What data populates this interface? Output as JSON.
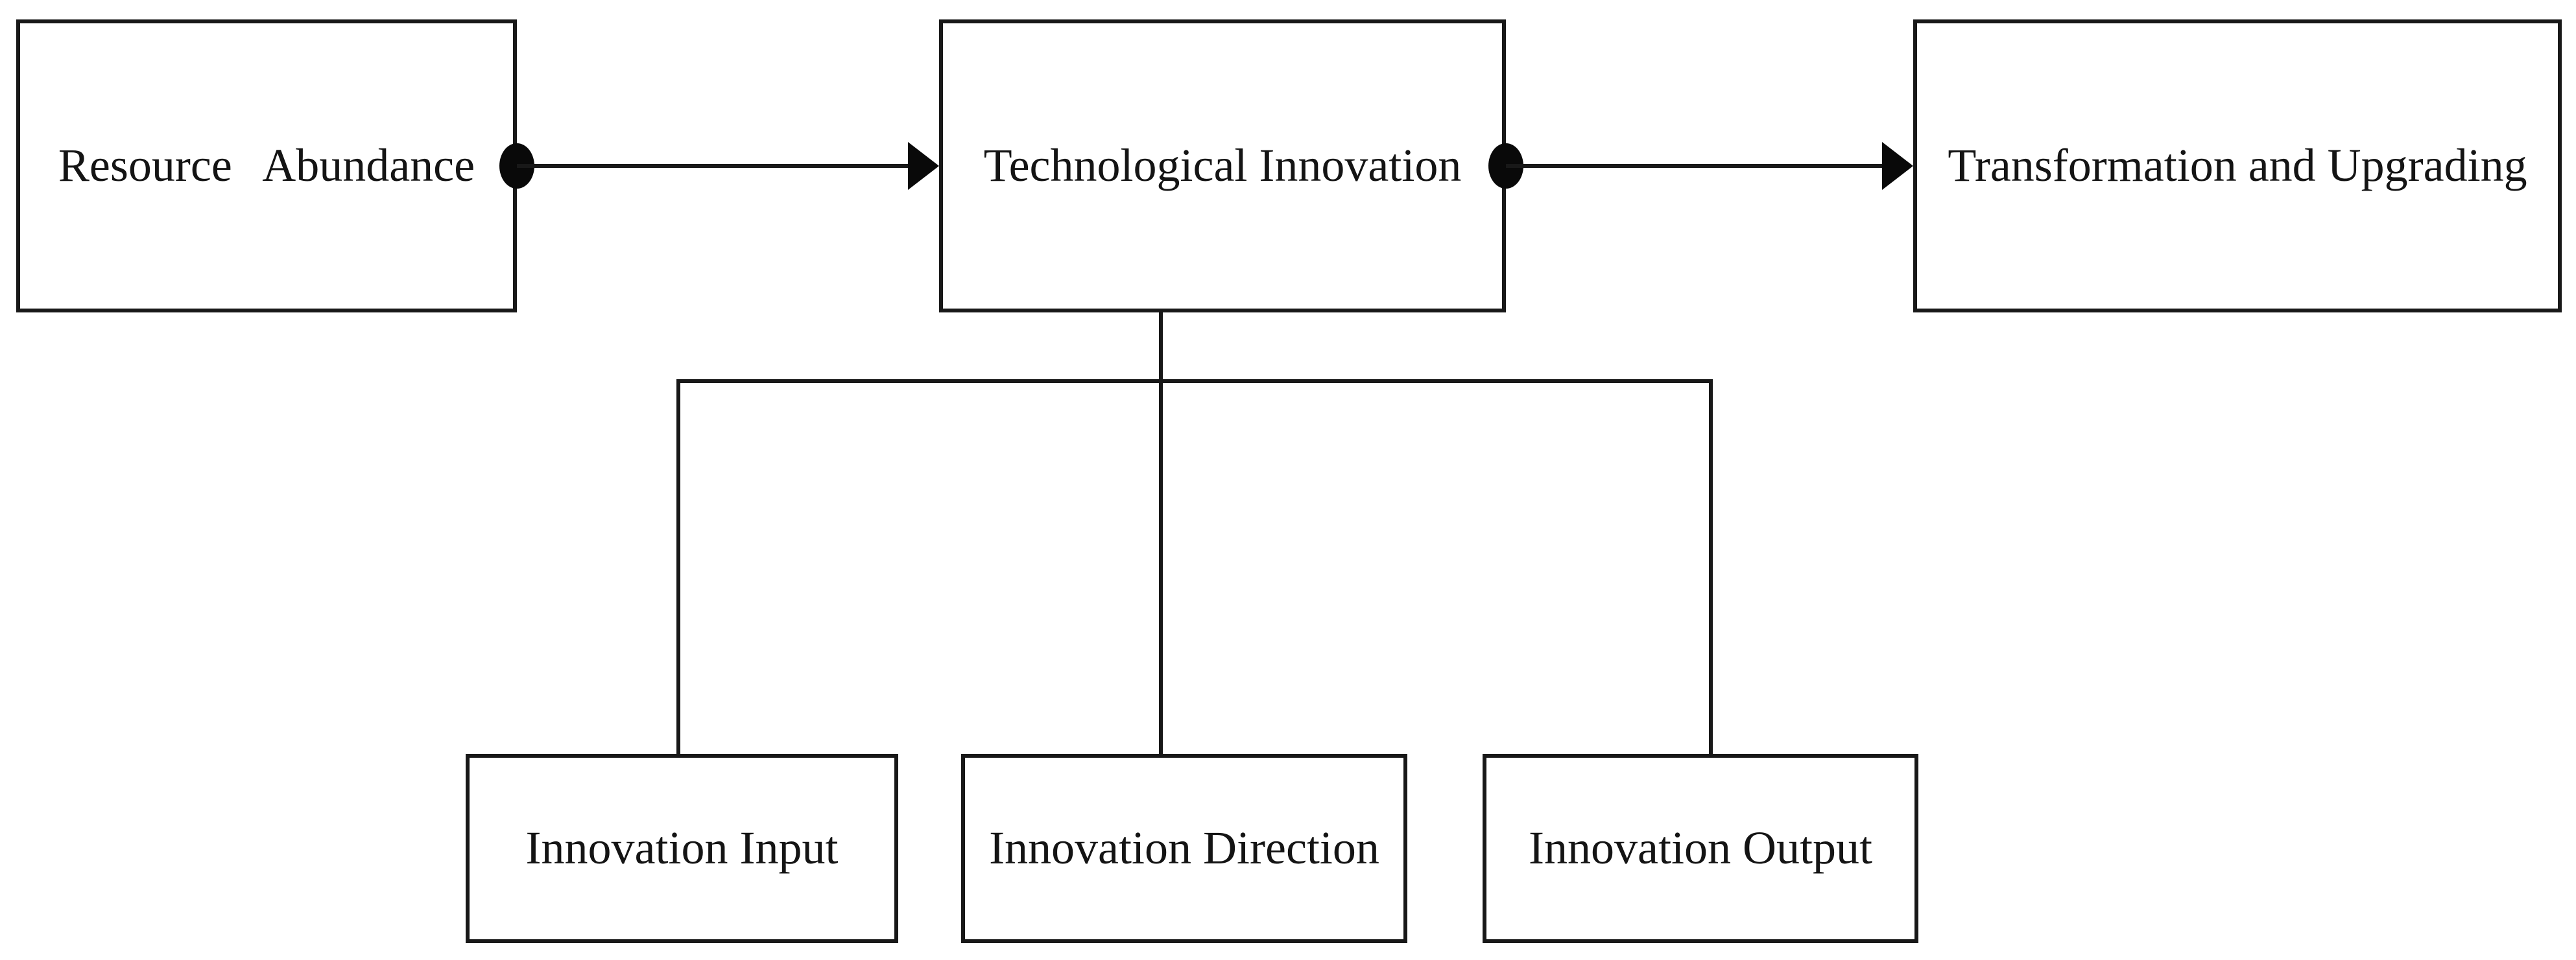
{
  "figure": {
    "type": "flow-diagram",
    "background_color": "#ffffff",
    "stroke_color": "#181818",
    "text_color": "#141414",
    "nodes": [
      {
        "id": "resource-abundance",
        "label": "Resource Abundance"
      },
      {
        "id": "technological-innovation",
        "label": "Technological Innovation"
      },
      {
        "id": "transformation-upgrading",
        "label": "Transformation and Upgrading"
      },
      {
        "id": "innovation-input",
        "label": "Innovation Input"
      },
      {
        "id": "innovation-direction",
        "label": "Innovation Direction"
      },
      {
        "id": "innovation-output",
        "label": "Innovation Output"
      }
    ],
    "edges": [
      {
        "from": "resource-abundance",
        "to": "technological-innovation",
        "style": "dot-start-arrow-end"
      },
      {
        "from": "technological-innovation",
        "to": "transformation-upgrading",
        "style": "dot-start-arrow-end"
      },
      {
        "from": "technological-innovation",
        "to": "innovation-input",
        "style": "plain-elbow"
      },
      {
        "from": "technological-innovation",
        "to": "innovation-direction",
        "style": "plain-line"
      },
      {
        "from": "technological-innovation",
        "to": "innovation-output",
        "style": "plain-elbow"
      }
    ]
  }
}
